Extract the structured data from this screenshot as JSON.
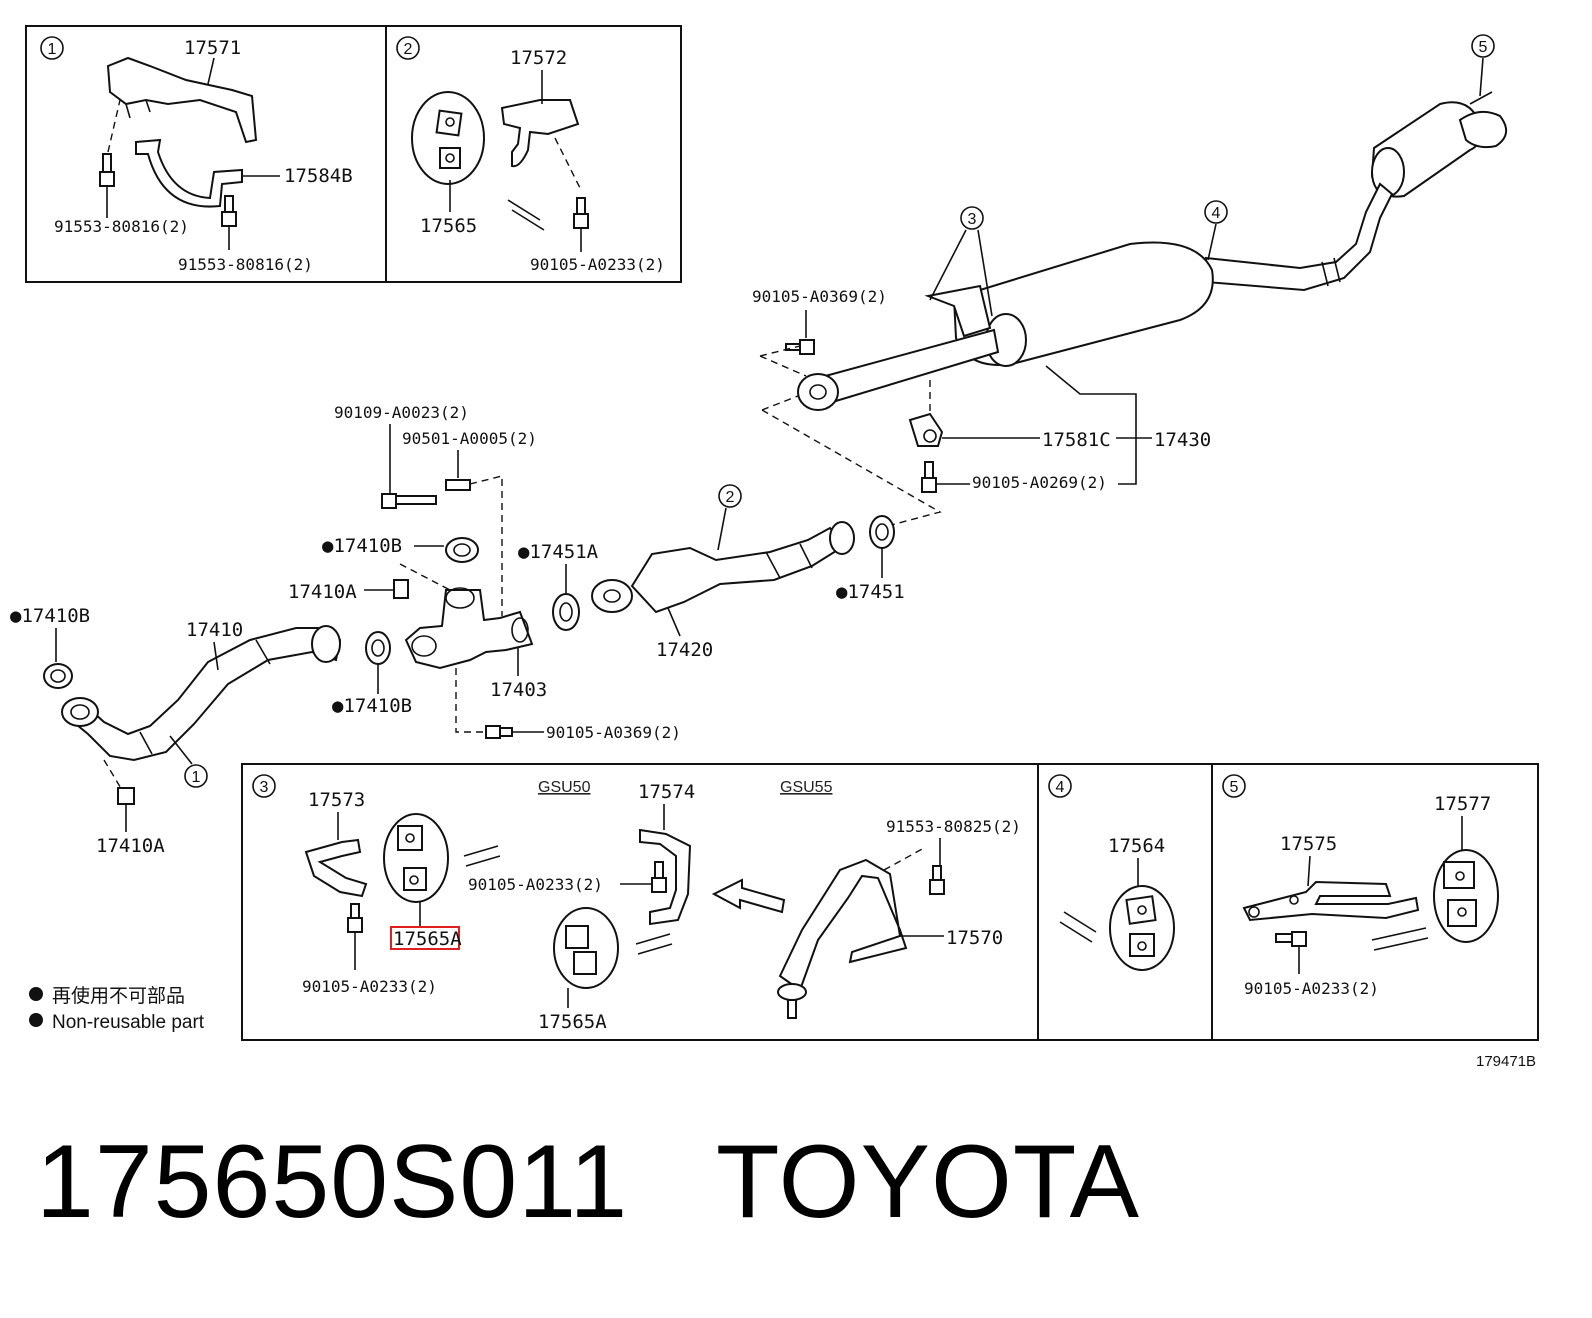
{
  "footer": {
    "part_number": "175650S011",
    "brand": "TOYOTA"
  },
  "diagram_code": "179471B",
  "legend": {
    "jp": "再使用不可部品",
    "en": "Non-reusable part"
  },
  "callouts": [
    "1",
    "2",
    "3",
    "4",
    "5"
  ],
  "variants": {
    "gsu50": "GSU50",
    "gsu55": "GSU55"
  },
  "parts": {
    "p17571": "17571",
    "p17584b": "17584B",
    "p91553_80816_a": "91553-80816(2)",
    "p91553_80816_b": "91553-80816(2)",
    "p17572": "17572",
    "p17565_top": "17565",
    "p90105_a0233_box2": "90105-A0233(2)",
    "p90105_a0369_top": "90105-A0369(2)",
    "p17581c": "17581C",
    "p17430": "17430",
    "p90105_a0269": "90105-A0269(2)",
    "p90109_a0023": "90109-A0023(2)",
    "p90501_a0005": "90501-A0005(2)",
    "p17410b_a": "●17410B",
    "p17451a": "●17451A",
    "p17410a_mid": "17410A",
    "p17451": "●17451",
    "p17410b_left": "●17410B",
    "p17410": "17410",
    "p17420": "17420",
    "p17403": "17403",
    "p17410b_b": "●17410B",
    "p90105_a0369_bot": "90105-A0369(2)",
    "p17410a_bot": "17410A",
    "p17573": "17573",
    "p17565a_hl": "17565A",
    "p90105_a0233_b3a": "90105-A0233(2)",
    "p17574": "17574",
    "p90105_a0233_b3b": "90105-A0233(2)",
    "p17565a": "17565A",
    "p91553_80825": "91553-80825(2)",
    "p17570": "17570",
    "p17564": "17564",
    "p17575": "17575",
    "p17577": "17577",
    "p90105_a0233_b5": "90105-A0233(2)"
  },
  "colors": {
    "highlight": "#e02020",
    "line": "#111111",
    "background": "#ffffff"
  },
  "icons": [
    "bolt-icon",
    "insulator-icon",
    "gasket-icon",
    "non-reusable-dot-icon"
  ]
}
